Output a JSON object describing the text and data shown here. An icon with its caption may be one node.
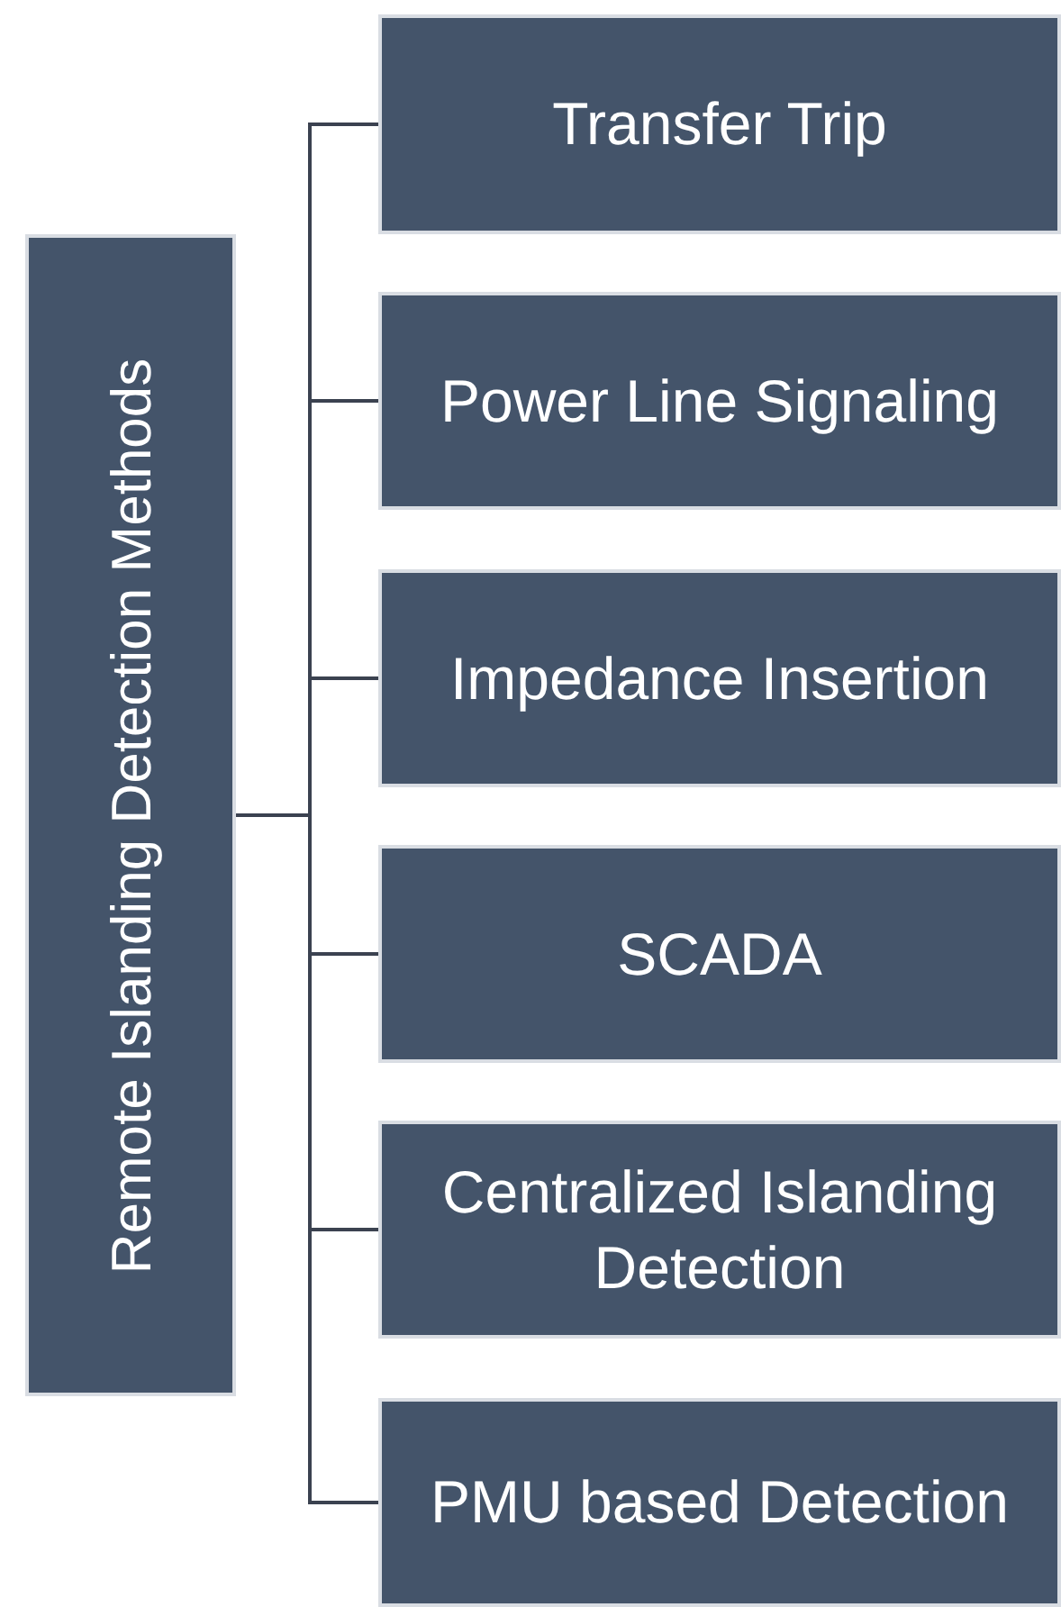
{
  "diagram": {
    "nodes": [
      {
        "text": [
          "Remote Islanding Detection Methods"
        ]
      },
      {
        "text": [
          "Transfer Trip"
        ]
      },
      {
        "text": [
          "Power Line Signaling"
        ]
      },
      {
        "text": [
          "Impedance Insertion"
        ]
      },
      {
        "text": [
          "SCADA"
        ]
      },
      {
        "text": [
          "Centralized Islanding Detection"
        ]
      },
      {
        "text": [
          "PMU based Detection"
        ]
      }
    ],
    "edges": [
      {
        "from": 0,
        "to": 1,
        "arrow": "none"
      },
      {
        "from": 0,
        "to": 2,
        "arrow": "none"
      },
      {
        "from": 0,
        "to": 3,
        "arrow": "none"
      },
      {
        "from": 0,
        "to": 4,
        "arrow": "none"
      },
      {
        "from": 0,
        "to": 5,
        "arrow": "none"
      },
      {
        "from": 0,
        "to": 6,
        "arrow": "none"
      }
    ]
  }
}
